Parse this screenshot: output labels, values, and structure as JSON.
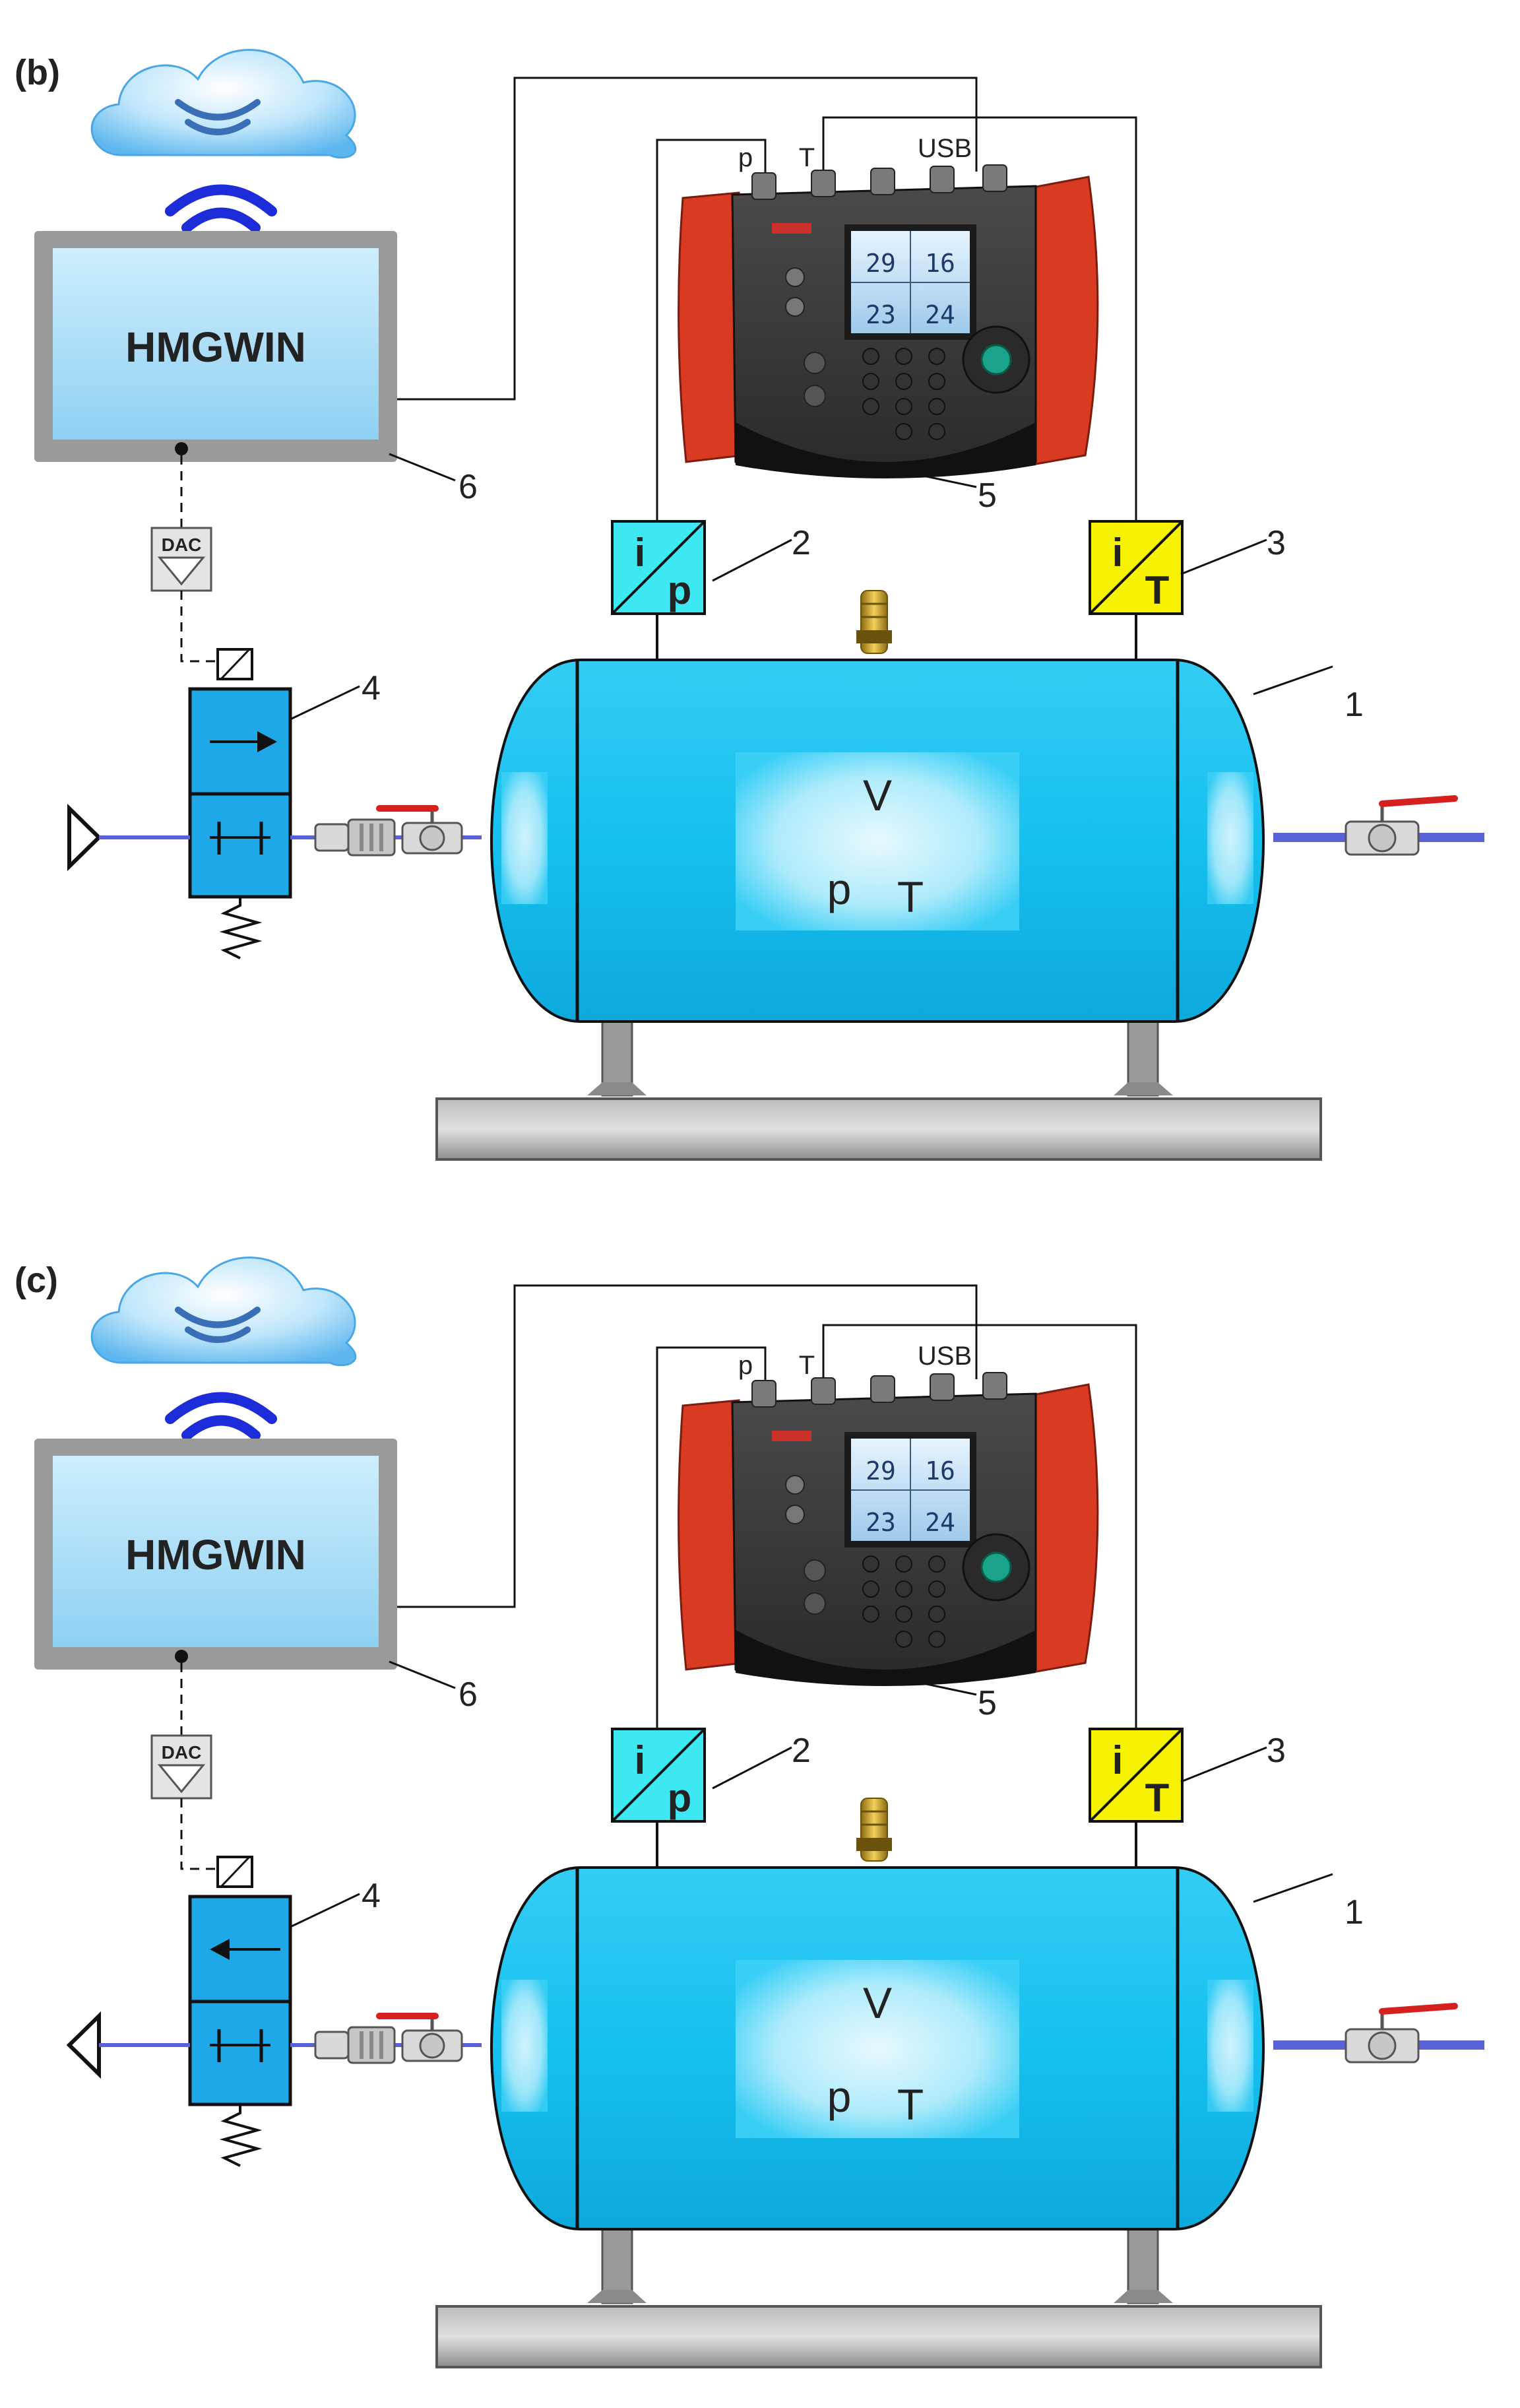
{
  "panels": [
    {
      "id": "b",
      "label": "(b)",
      "software": "HMGWIN",
      "dac_label": "DAC",
      "port_labels": {
        "p": "p",
        "T": "T",
        "usb": "USB"
      },
      "vessel_text": {
        "volume": "V",
        "pressure": "p",
        "temperature": "T"
      },
      "transducer_p": {
        "top": "i",
        "bottom": "p"
      },
      "transducer_T": {
        "top": "i",
        "bottom": "T"
      },
      "callouts": {
        "vessel": "1",
        "pressure_transducer": "2",
        "temperature_transducer": "3",
        "valve": "4",
        "recorder": "5",
        "computer": "6"
      },
      "valve_flow_direction": "right",
      "exhaust_direction": "right"
    },
    {
      "id": "c",
      "label": "(c)",
      "software": "HMGWIN",
      "dac_label": "DAC",
      "port_labels": {
        "p": "p",
        "T": "T",
        "usb": "USB"
      },
      "vessel_text": {
        "volume": "V",
        "pressure": "p",
        "temperature": "T"
      },
      "transducer_p": {
        "top": "i",
        "bottom": "p"
      },
      "transducer_T": {
        "top": "i",
        "bottom": "T"
      },
      "callouts": {
        "vessel": "1",
        "pressure_transducer": "2",
        "temperature_transducer": "3",
        "valve": "4",
        "recorder": "5",
        "computer": "6"
      },
      "valve_flow_direction": "left",
      "exhaust_direction": "left"
    }
  ],
  "colors": {
    "vessel": "#19c3f0",
    "vessel_dark": "#0a8fc0",
    "transducer_p": "#3ee8f2",
    "transducer_T": "#f7f200",
    "monitor_frame": "#9a9a9a",
    "monitor_screen": "#a9ddf6",
    "software_text": "#1820d8",
    "wifi": "#1c2cd8",
    "valve": "#1fa8e8",
    "pipe": "#5a62d8",
    "recorder_red": "#d93a22",
    "stand": "#9a9a9a"
  }
}
